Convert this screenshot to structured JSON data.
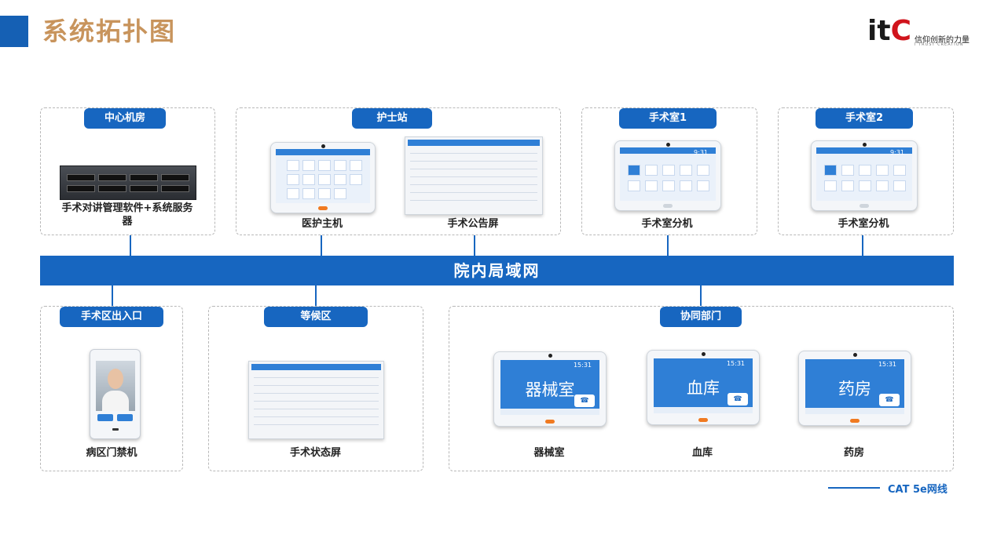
{
  "page": {
    "title": "系统拓扑图"
  },
  "logo": {
    "mark": "itC",
    "slogan": "信仰创新的力量",
    "sub": "I TRUST CREATION"
  },
  "groups": [
    {
      "id": "center",
      "label": "中心机房",
      "devices": [
        {
          "label": "手术对讲管理软件+系统服务器"
        }
      ]
    },
    {
      "id": "nurse",
      "label": "护士站",
      "devices": [
        {
          "label": "医护主机"
        },
        {
          "label": "手术公告屏"
        }
      ]
    },
    {
      "id": "or1",
      "label": "手术室1",
      "devices": [
        {
          "label": "手术室分机"
        }
      ]
    },
    {
      "id": "or2",
      "label": "手术室2",
      "devices": [
        {
          "label": "手术室分机"
        }
      ]
    },
    {
      "id": "entry",
      "label": "手术区出入口",
      "devices": [
        {
          "label": "病区门禁机"
        }
      ]
    },
    {
      "id": "waiting",
      "label": "等候区",
      "devices": [
        {
          "label": "手术状态屏"
        }
      ]
    },
    {
      "id": "coop",
      "label": "协同部门",
      "devices": [
        {
          "label": "器械室",
          "screen_text": "器械室"
        },
        {
          "label": "血库",
          "screen_text": "血库"
        },
        {
          "label": "药房",
          "screen_text": "药房"
        }
      ]
    }
  ],
  "network": {
    "label": "院内局域网"
  },
  "legend": {
    "label": "CAT 5e网线"
  },
  "screens": {
    "time": "15:31",
    "time_or": "9:31"
  },
  "colors": {
    "accent": "#1766c0",
    "title": "#c8945c",
    "logo_red": "#d0141c"
  }
}
